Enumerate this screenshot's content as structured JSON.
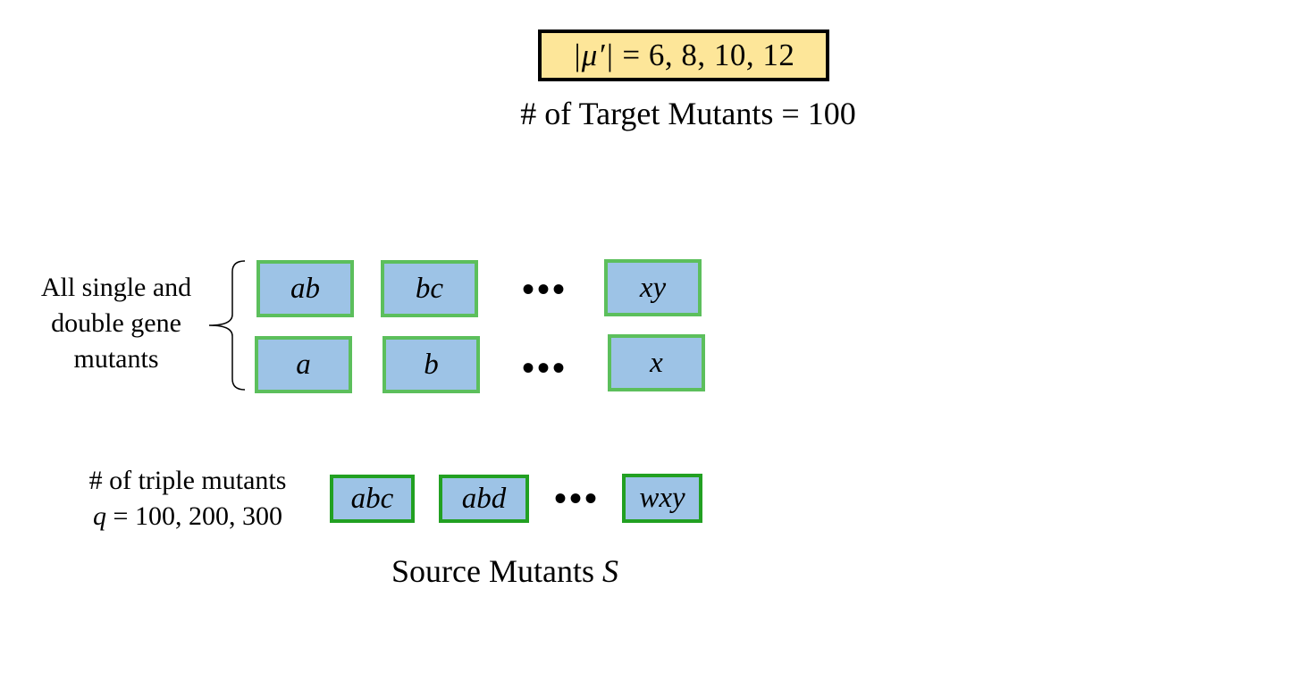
{
  "header": {
    "equation_symbol": "|μ′|",
    "equation_equals": " = ",
    "equation_values": "6, 8, 10, 12",
    "target_label": "# of Target Mutants = 100"
  },
  "gene_mutants": {
    "label_line1": "All single and",
    "label_line2": "double gene",
    "label_line3": "mutants",
    "double_row": [
      "ab",
      "bc",
      "xy"
    ],
    "single_row": [
      "a",
      "b",
      "x"
    ],
    "ellipsis": "•••"
  },
  "triple_mutants": {
    "label_line1": "# of triple mutants",
    "label_var": "q",
    "label_equals": " = ",
    "label_values": "100, 200, 300",
    "boxes": [
      "abc",
      "abd",
      "wxy"
    ],
    "ellipsis": "•••"
  },
  "footer": {
    "source_label": "Source Mutants ",
    "source_var": "S"
  },
  "colors": {
    "box_fill": "#9dc3e6",
    "box_border_light": "#5cbf5c",
    "box_border_dark": "#22a022",
    "equation_fill": "#fde699"
  }
}
